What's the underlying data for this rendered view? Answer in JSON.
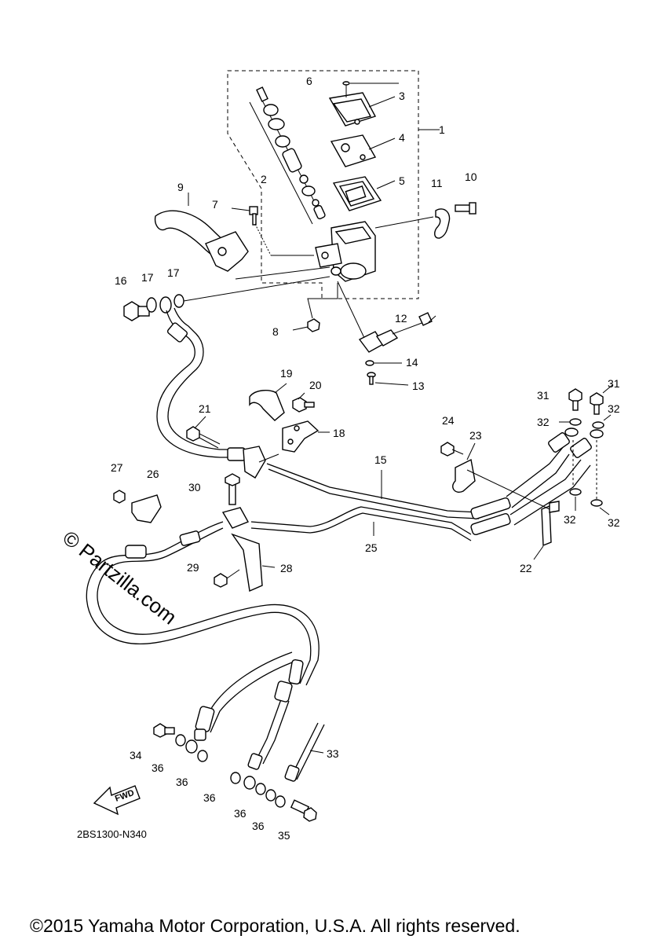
{
  "diagram": {
    "callouts": [
      "1",
      "2",
      "3",
      "4",
      "5",
      "6",
      "7",
      "8",
      "9",
      "10",
      "11",
      "12",
      "13",
      "14",
      "15",
      "16",
      "17",
      "17",
      "18",
      "19",
      "20",
      "21",
      "22",
      "23",
      "24",
      "25",
      "26",
      "27",
      "28",
      "29",
      "30",
      "31",
      "31",
      "32",
      "32",
      "32",
      "32",
      "33",
      "34",
      "35",
      "36",
      "36",
      "36",
      "36",
      "36"
    ],
    "part_code": "2BS1300-N340",
    "fwd_label": "FWD",
    "watermark": "© Partzilla.com",
    "copyright": "©2015 Yamaha Motor Corporation, U.S.A. All rights reserved."
  }
}
